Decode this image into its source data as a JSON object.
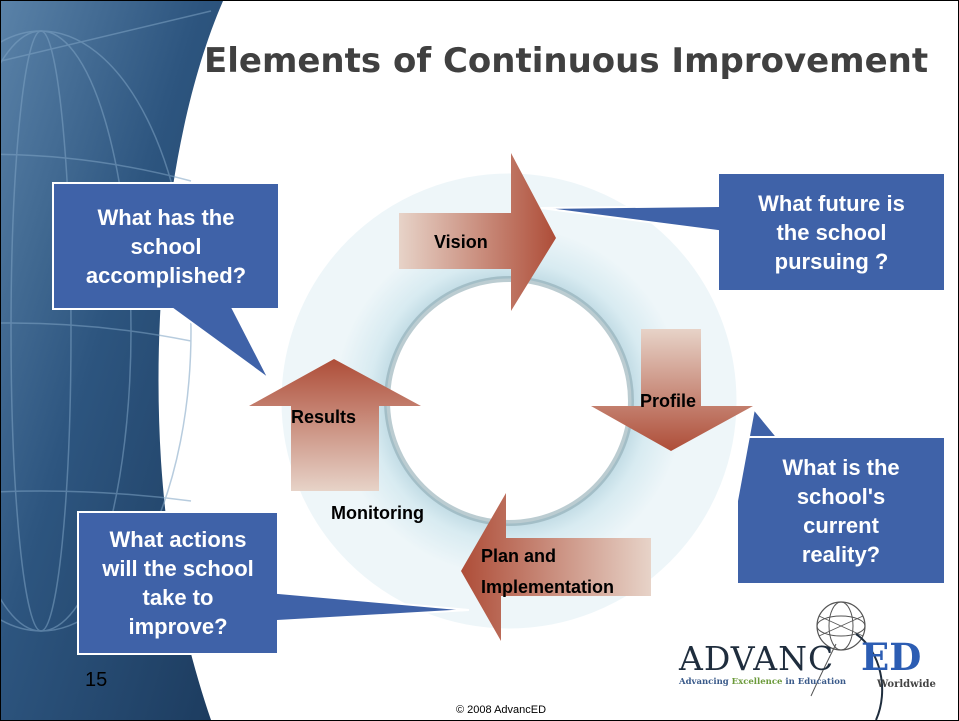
{
  "title": "Elements of Continuous Improvement",
  "cycle": {
    "vision": "Vision",
    "profile": "Profile",
    "plan_line1": "Plan and",
    "plan_line2": "Implementation",
    "monitoring": "Monitoring",
    "results": "Results"
  },
  "callouts": {
    "top_left": {
      "line1": "What has the",
      "line2": "school",
      "line3": "accomplished?"
    },
    "top_right": {
      "line1": "What future is",
      "line2": "the school",
      "line3": "pursuing ?"
    },
    "bottom_right": {
      "line1": "What is the",
      "line2": "school's",
      "line3": "current",
      "line4": "reality?"
    },
    "bottom_left": {
      "line1": "What actions",
      "line2": "will the school",
      "line3": "take to",
      "line4": "improve?"
    }
  },
  "slide_number": "15",
  "copyright": "© 2008 AdvancED",
  "logo": {
    "name_main": "ADVANC",
    "name_ed": "ED",
    "tagline_a": "Advancing ",
    "tagline_b": "Excellence",
    "tagline_c": " in Education",
    "worldwide": "Worldwide"
  },
  "colors": {
    "callout_fill": "#3f62a8",
    "arrow_dark": "#b2543e",
    "ring_light": "#cfe4ec",
    "background_band": "#2a4f78"
  }
}
